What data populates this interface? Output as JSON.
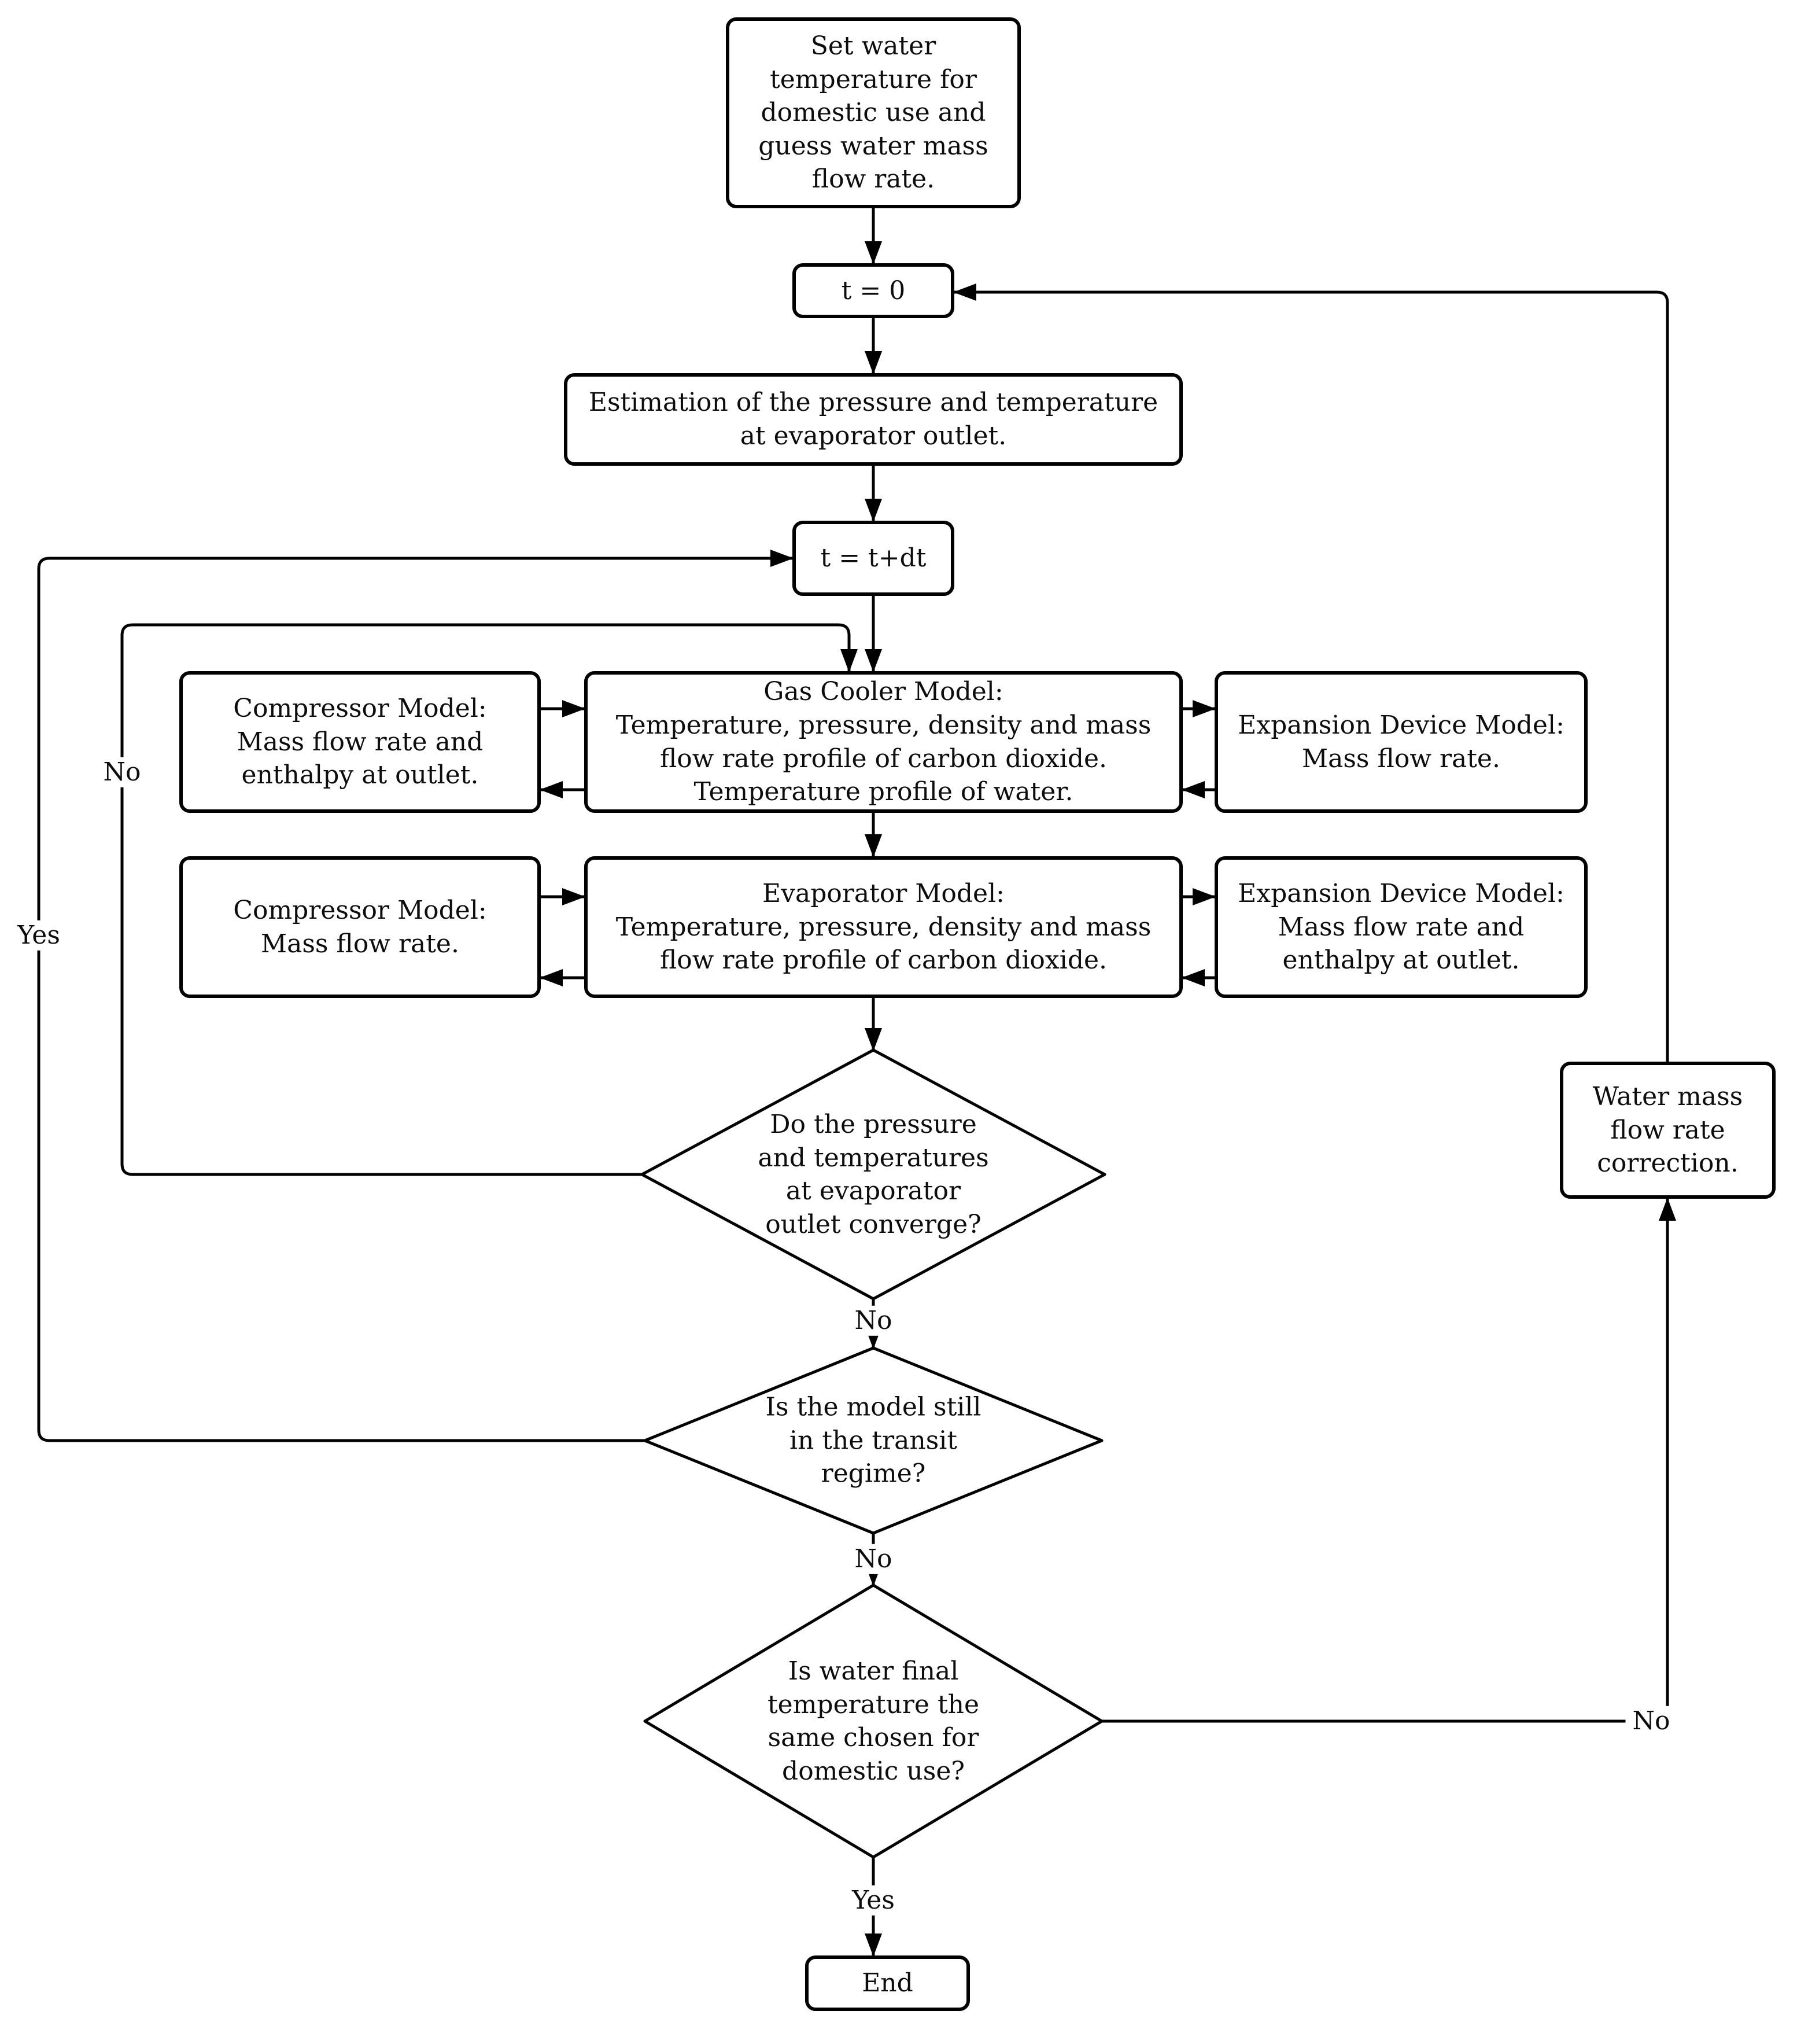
{
  "diagram": {
    "type": "flowchart",
    "nodes": {
      "start": {
        "label": "Set water\ntemperature for\ndomestic use and\nguess water mass\nflow rate."
      },
      "t_zero": {
        "label": "t = 0"
      },
      "estimation": {
        "label": "Estimation of the pressure and temperature\nat evaporator outlet."
      },
      "t_step": {
        "label": "t = t+dt"
      },
      "compressor_gc": {
        "label": "Compressor Model:\nMass flow rate and\nenthalpy at outlet."
      },
      "gas_cooler": {
        "label": "Gas Cooler Model:\nTemperature, pressure, density and mass\nflow rate profile of carbon dioxide.\nTemperature profile of water."
      },
      "expansion_gc": {
        "label": "Expansion Device Model:\nMass flow rate."
      },
      "compressor_ev": {
        "label": "Compressor Model:\nMass flow rate."
      },
      "evaporator": {
        "label": "Evaporator Model:\nTemperature, pressure, density and mass\nflow rate profile of carbon dioxide."
      },
      "expansion_ev": {
        "label": "Expansion Device Model:\nMass flow rate and\nenthalpy at outlet."
      },
      "decision_converge": {
        "label": "Do the pressure\nand temperatures\nat evaporator\noutlet converge?"
      },
      "decision_transit": {
        "label": "Is the model still\nin the transit\nregime?"
      },
      "decision_water_temp": {
        "label": "Is water final\ntemperature the\nsame chosen for\ndomestic use?"
      },
      "water_correction": {
        "label": "Water mass\nflow rate\ncorrection."
      },
      "end": {
        "label": "End"
      }
    },
    "edge_labels": {
      "converge_no_loop": "No",
      "transit_yes_loop": "Yes",
      "converge_no_down": "No",
      "transit_no_down": "No",
      "water_temp_yes_down": "Yes",
      "water_temp_no_right": "No"
    },
    "colors": {
      "line": "#000000",
      "background": "#ffffff",
      "text": "#0d0d0d"
    }
  }
}
